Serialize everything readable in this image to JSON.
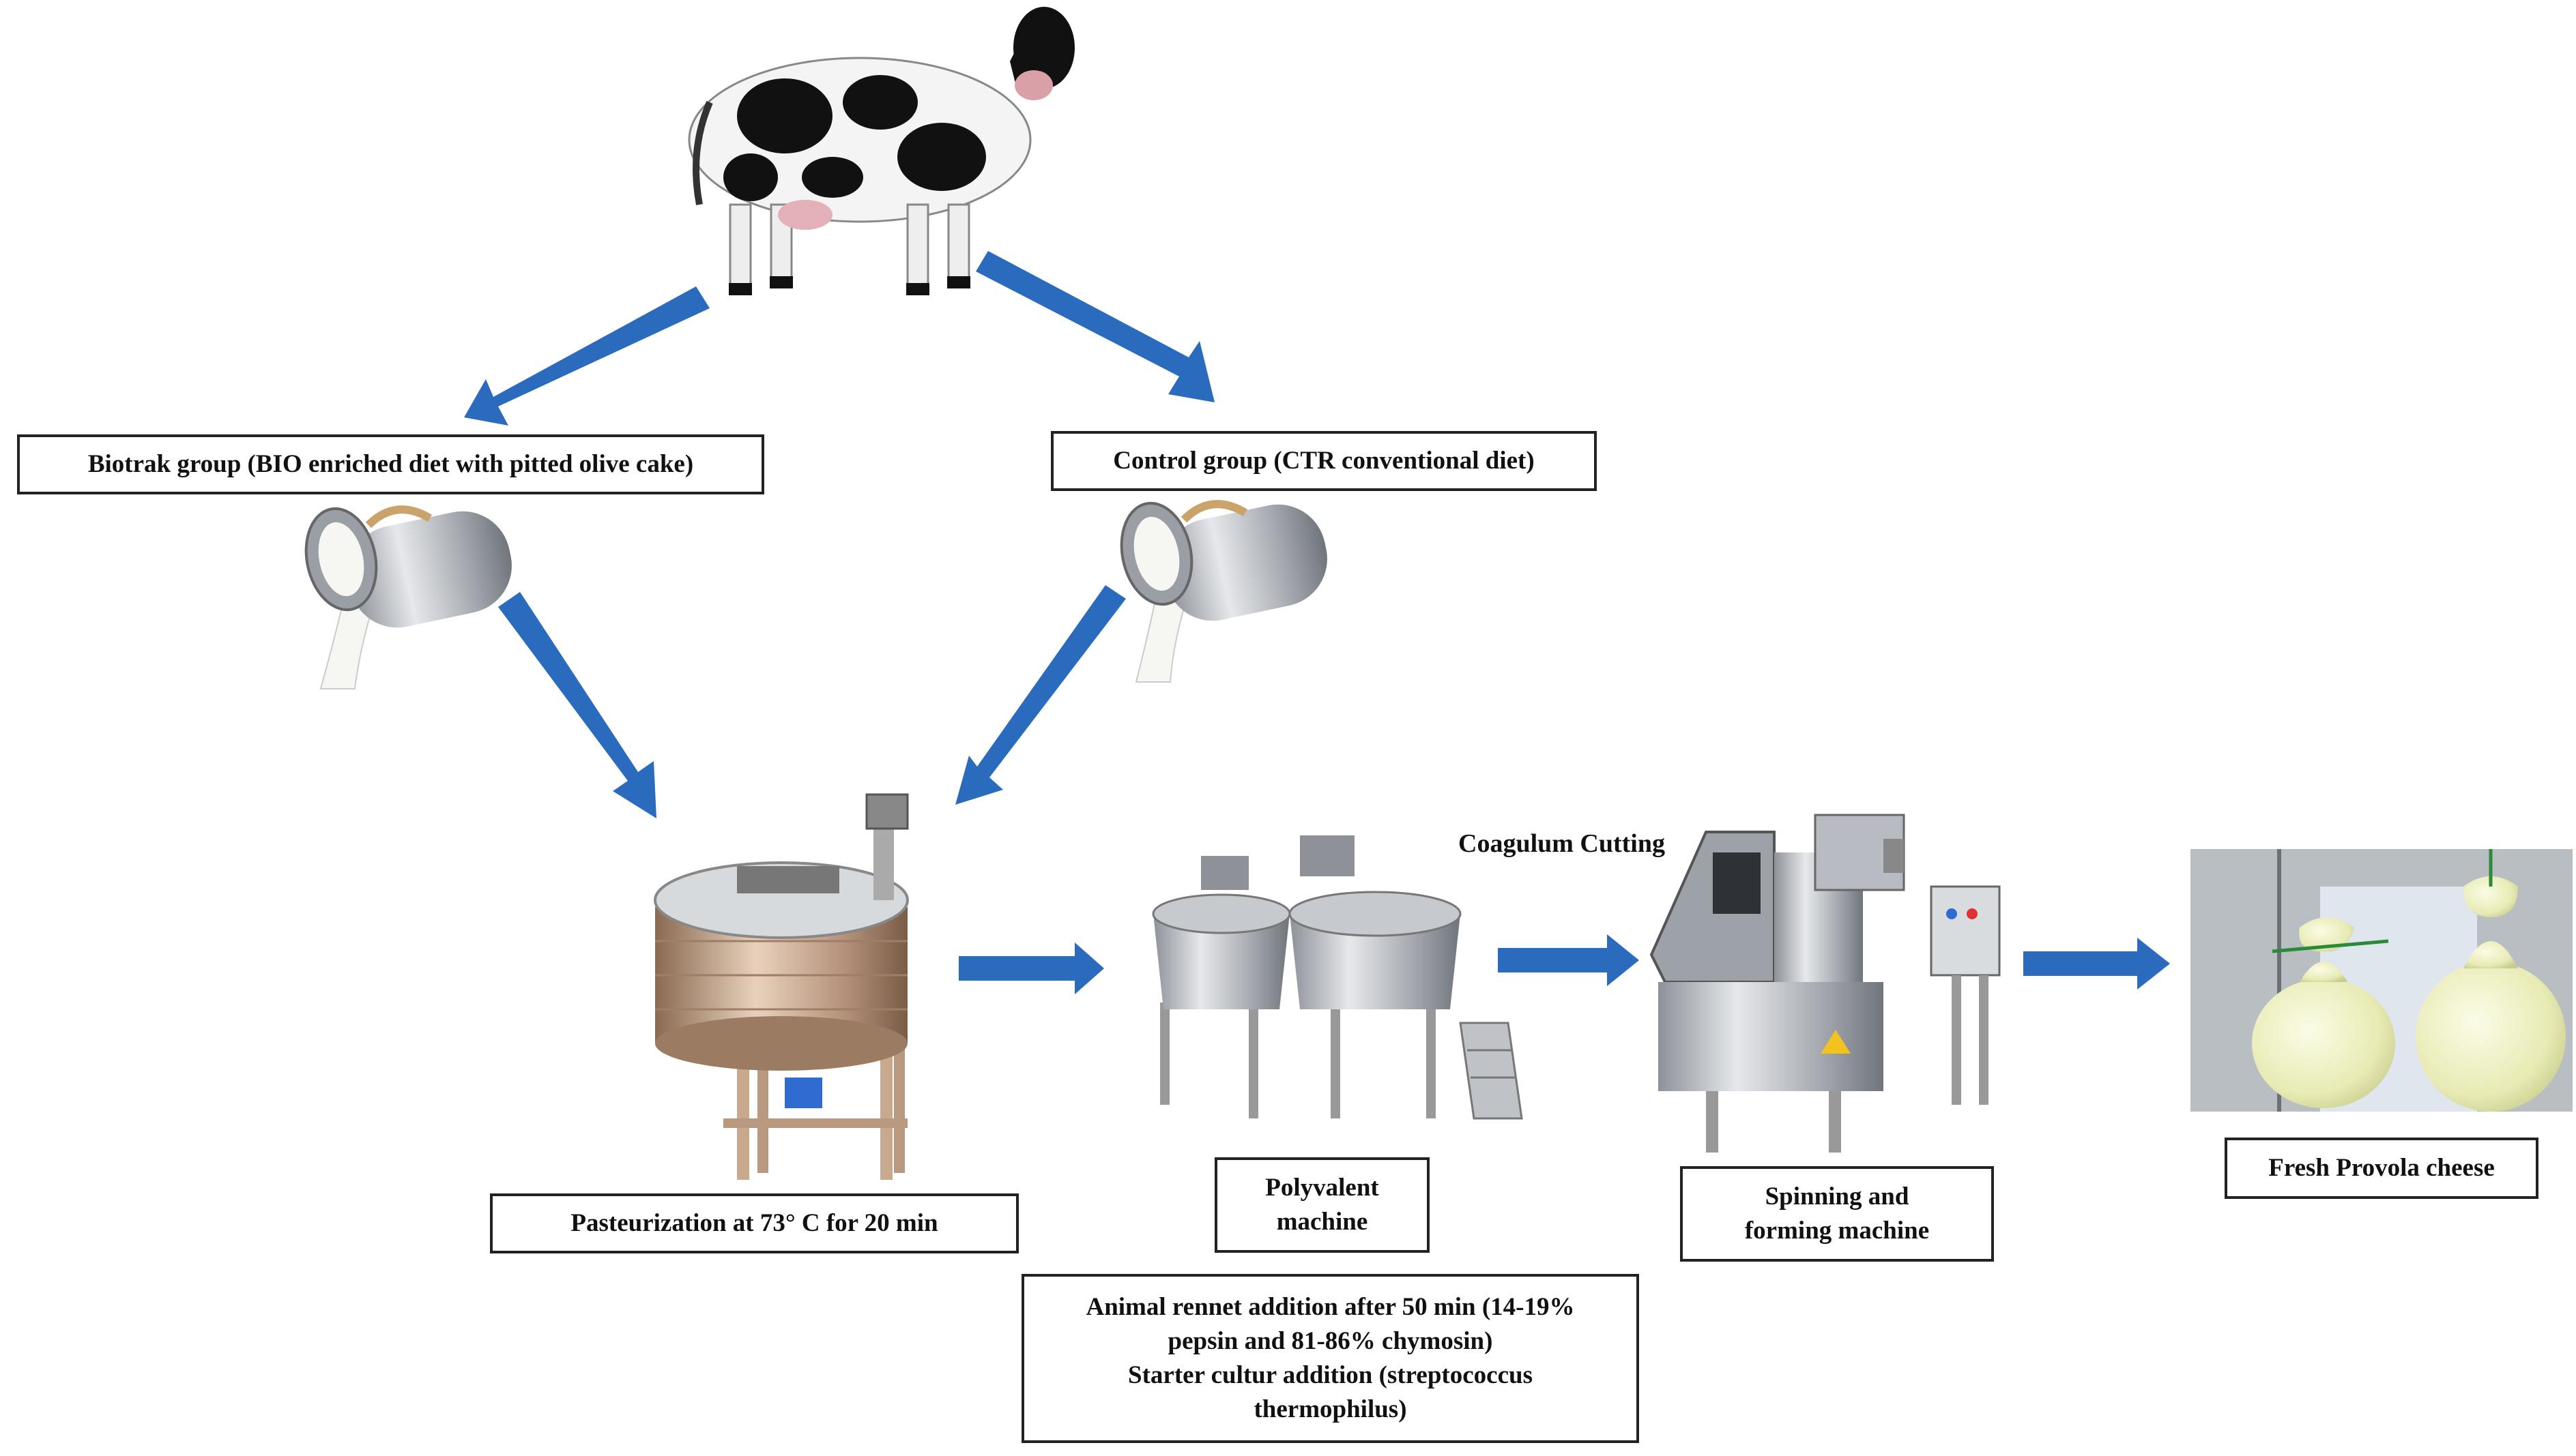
{
  "labels": {
    "biotrak": "Biotrak group (BIO enriched diet with pitted olive cake)",
    "control": "Control group (CTR conventional diet)",
    "pasteurization": "Pasteurization at 73° C for 20 min",
    "polyvalent": "Polyvalent\nmachine",
    "coagulum": "Coagulum Cutting",
    "spinning": "Spinning and\nforming machine",
    "fresh": "Fresh Provola cheese",
    "rennet": "Animal rennet addition after 50 min (14-19%\npepsin and 81-86% chymosin)\nStarter cultur addition (streptococcus\nthermophilus)"
  },
  "colors": {
    "arrow": "#2a6bbd",
    "box_border": "#222222",
    "steel": "#b8bcc2",
    "cow_white": "#f4f4f4",
    "cow_black": "#111111",
    "cheese": "#eef0c8"
  },
  "icons": [
    "cow-illustration",
    "milk-can-icon",
    "pasteurizer-vat-image",
    "polyvalent-machine-image",
    "spinning-machine-image",
    "provola-cheese-photo"
  ]
}
